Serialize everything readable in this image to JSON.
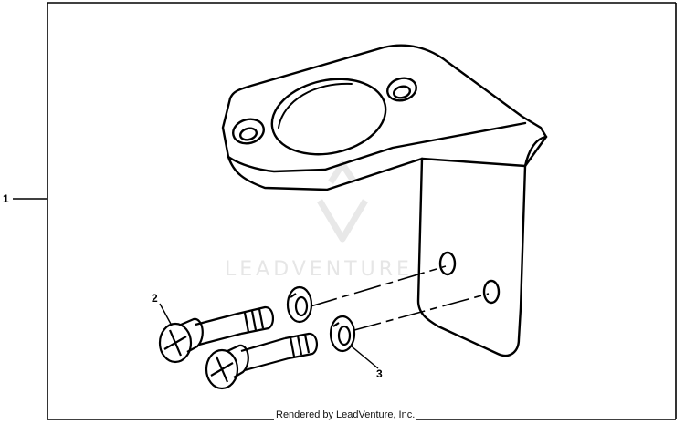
{
  "callouts": {
    "assembly": "1",
    "screw": "2",
    "lock_washer": "3"
  },
  "watermark": "LEADVENTURE",
  "footer": "Rendered by LeadVenture, Inc."
}
